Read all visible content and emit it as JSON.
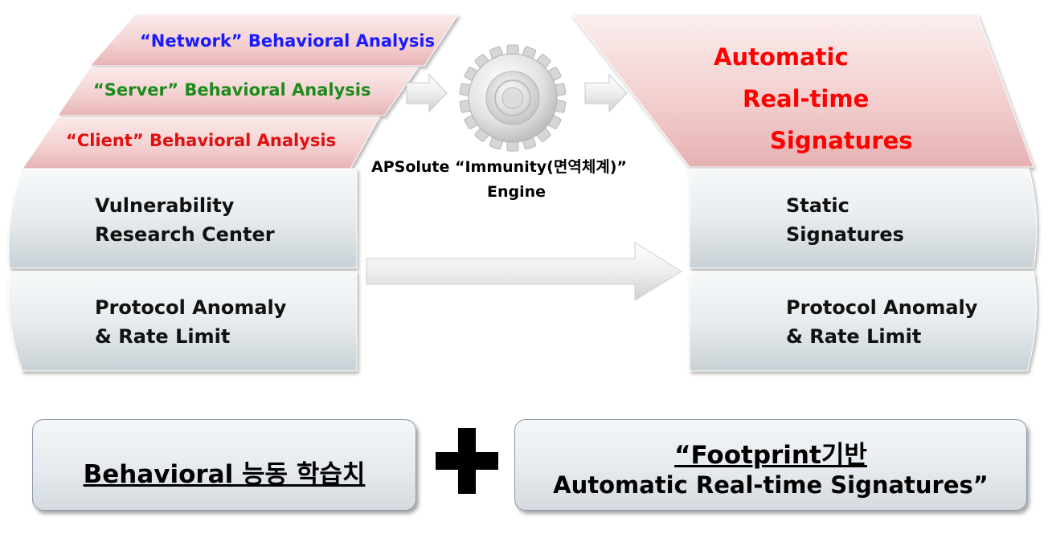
{
  "colors": {
    "network": "#1a1aff",
    "server": "#1d8a1d",
    "client": "#e01010",
    "signature_text": "#ff0000",
    "band_fill": "#f3cfcf",
    "box_fill": "#e4e9ec"
  },
  "behavioral_bands": [
    {
      "label": "“Network” Behavioral Analysis",
      "color": "#1a1aff"
    },
    {
      "label": "“Server” Behavioral Analysis",
      "color": "#1d8a1d"
    },
    {
      "label": "“Client” Behavioral Analysis",
      "color": "#e01010"
    }
  ],
  "left_boxes": [
    {
      "lines": [
        "Vulnerability",
        "Research Center"
      ]
    },
    {
      "lines": [
        "Protocol Anomaly",
        "& Rate Limit"
      ]
    }
  ],
  "engine": {
    "icon": "gear-icon",
    "line1": "APSolute “Immunity(면역체계)”",
    "line2": "Engine"
  },
  "signatures": {
    "lines": [
      "Automatic",
      "Real-time",
      "Signatures"
    ]
  },
  "right_boxes": [
    {
      "lines": [
        "Static",
        "Signatures"
      ]
    },
    {
      "lines": [
        "Protocol Anomaly",
        "& Rate Limit"
      ]
    }
  ],
  "bottom": {
    "left_label": "Behavioral 능동 학습치",
    "plus_icon": "plus-icon",
    "right_line1": "“Footprint기반",
    "right_line2": "Automatic Real-time Signatures”"
  }
}
